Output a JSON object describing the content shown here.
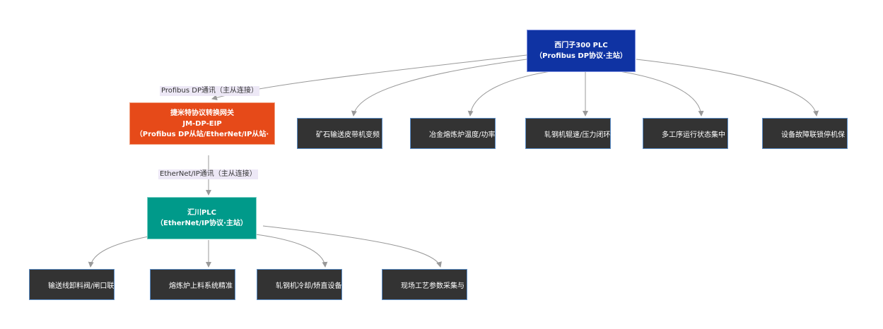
{
  "nodes": {
    "siemens": {
      "line1": "西门子300 PLC",
      "line2": "（Profibus DP协议·主站）",
      "color": "#0f33a3"
    },
    "gateway": {
      "line1": "捷米特协议转换网关",
      "line2": "JM-DP-EIP",
      "line3": "（Profibus DP从站/EtherNet/IP从站·",
      "color": "#e64a19"
    },
    "inovance": {
      "line1": "汇川PLC",
      "line2": "（EtherNet/IP协议·主站）",
      "color": "#009a8a"
    }
  },
  "siemens_children": [
    "矿石输送皮带机变频",
    "冶金熔炼炉温度/功率",
    "轧钢机辊速/压力闭环",
    "多工序运行状态集中",
    "设备故障联锁停机保"
  ],
  "inovance_children": [
    "输送线卸料阀/闸口联",
    "熔炼炉上料系统精准",
    "轧钢机冷却/矫直设备",
    "现场工艺参数采集与"
  ],
  "edge_labels": {
    "profibus": "Profibus DP通讯（主从连接）",
    "ethernet": "EtherNet/IP通讯（主从连接）"
  },
  "colors": {
    "edge": "#999999",
    "sub_node": "#333333",
    "label_bg": "#ede8f6"
  }
}
